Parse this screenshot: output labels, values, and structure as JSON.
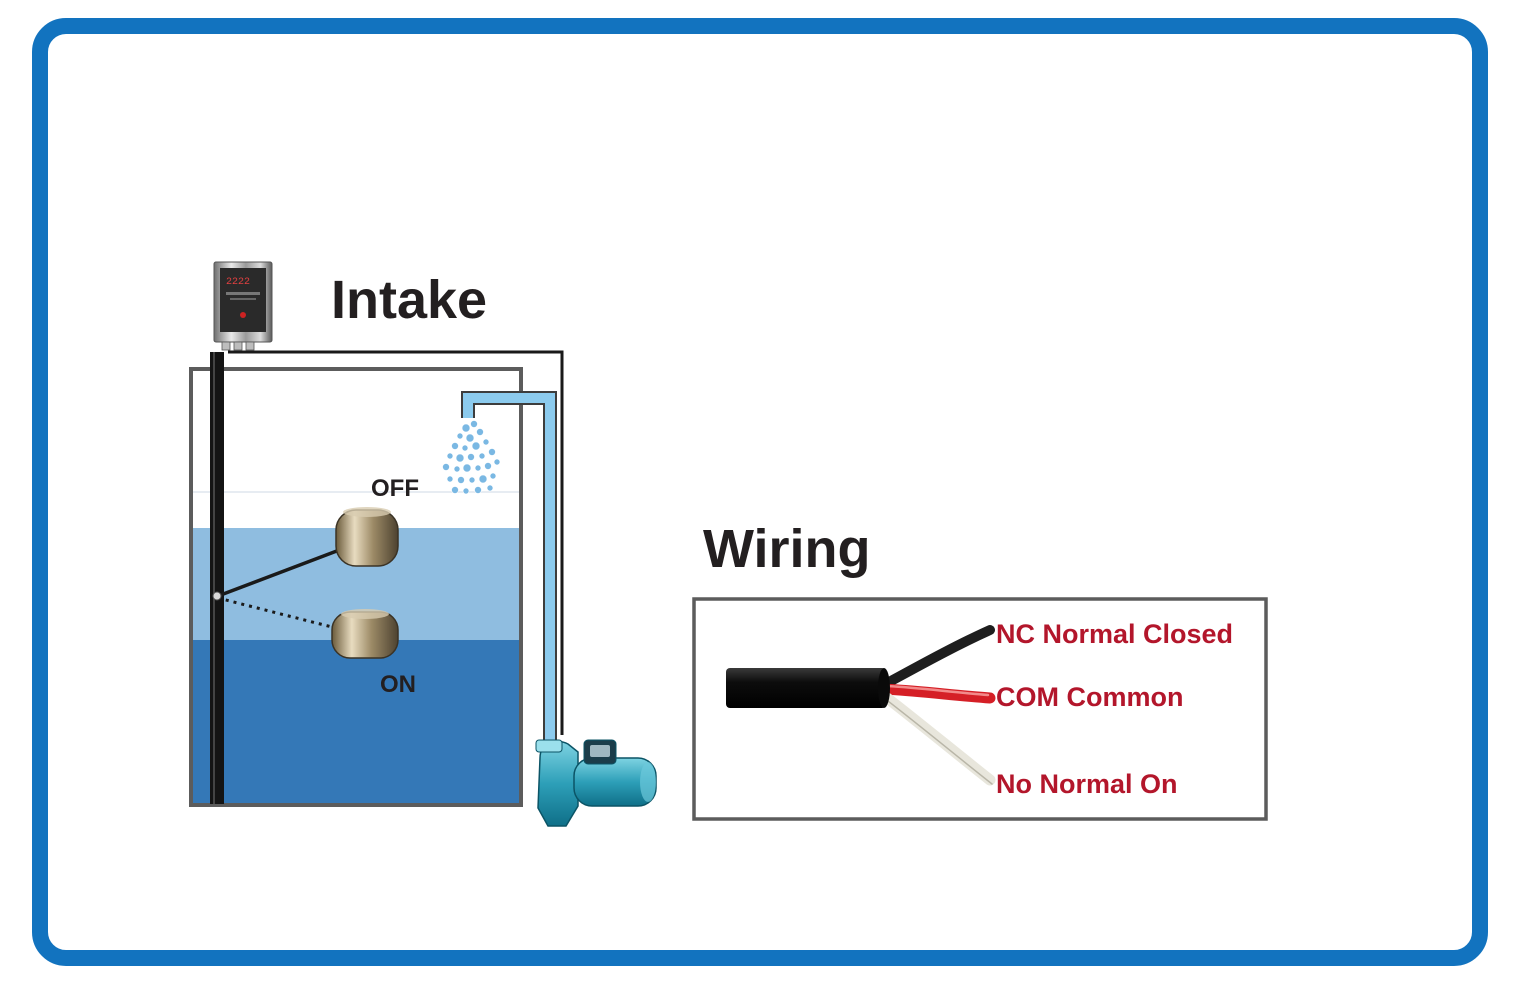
{
  "colors": {
    "frame": "#1273bf",
    "water_light": "#8fbde0",
    "water_dark": "#3478b7",
    "pipe_water": "#8ccbee",
    "label_red": "#b3162b",
    "text_dark": "#231f20",
    "tank_outline": "#5c5c5c"
  },
  "intake": {
    "title": "Intake",
    "off_label": "OFF",
    "on_label": "ON",
    "controller_display": "2222"
  },
  "wiring": {
    "title": "Wiring",
    "wires": [
      {
        "label": "NC Normal Closed",
        "color": "#1e1e1e"
      },
      {
        "label": "COM Common",
        "color": "#d51f26"
      },
      {
        "label": "No Normal On",
        "color": "#e8e6dc"
      }
    ]
  }
}
